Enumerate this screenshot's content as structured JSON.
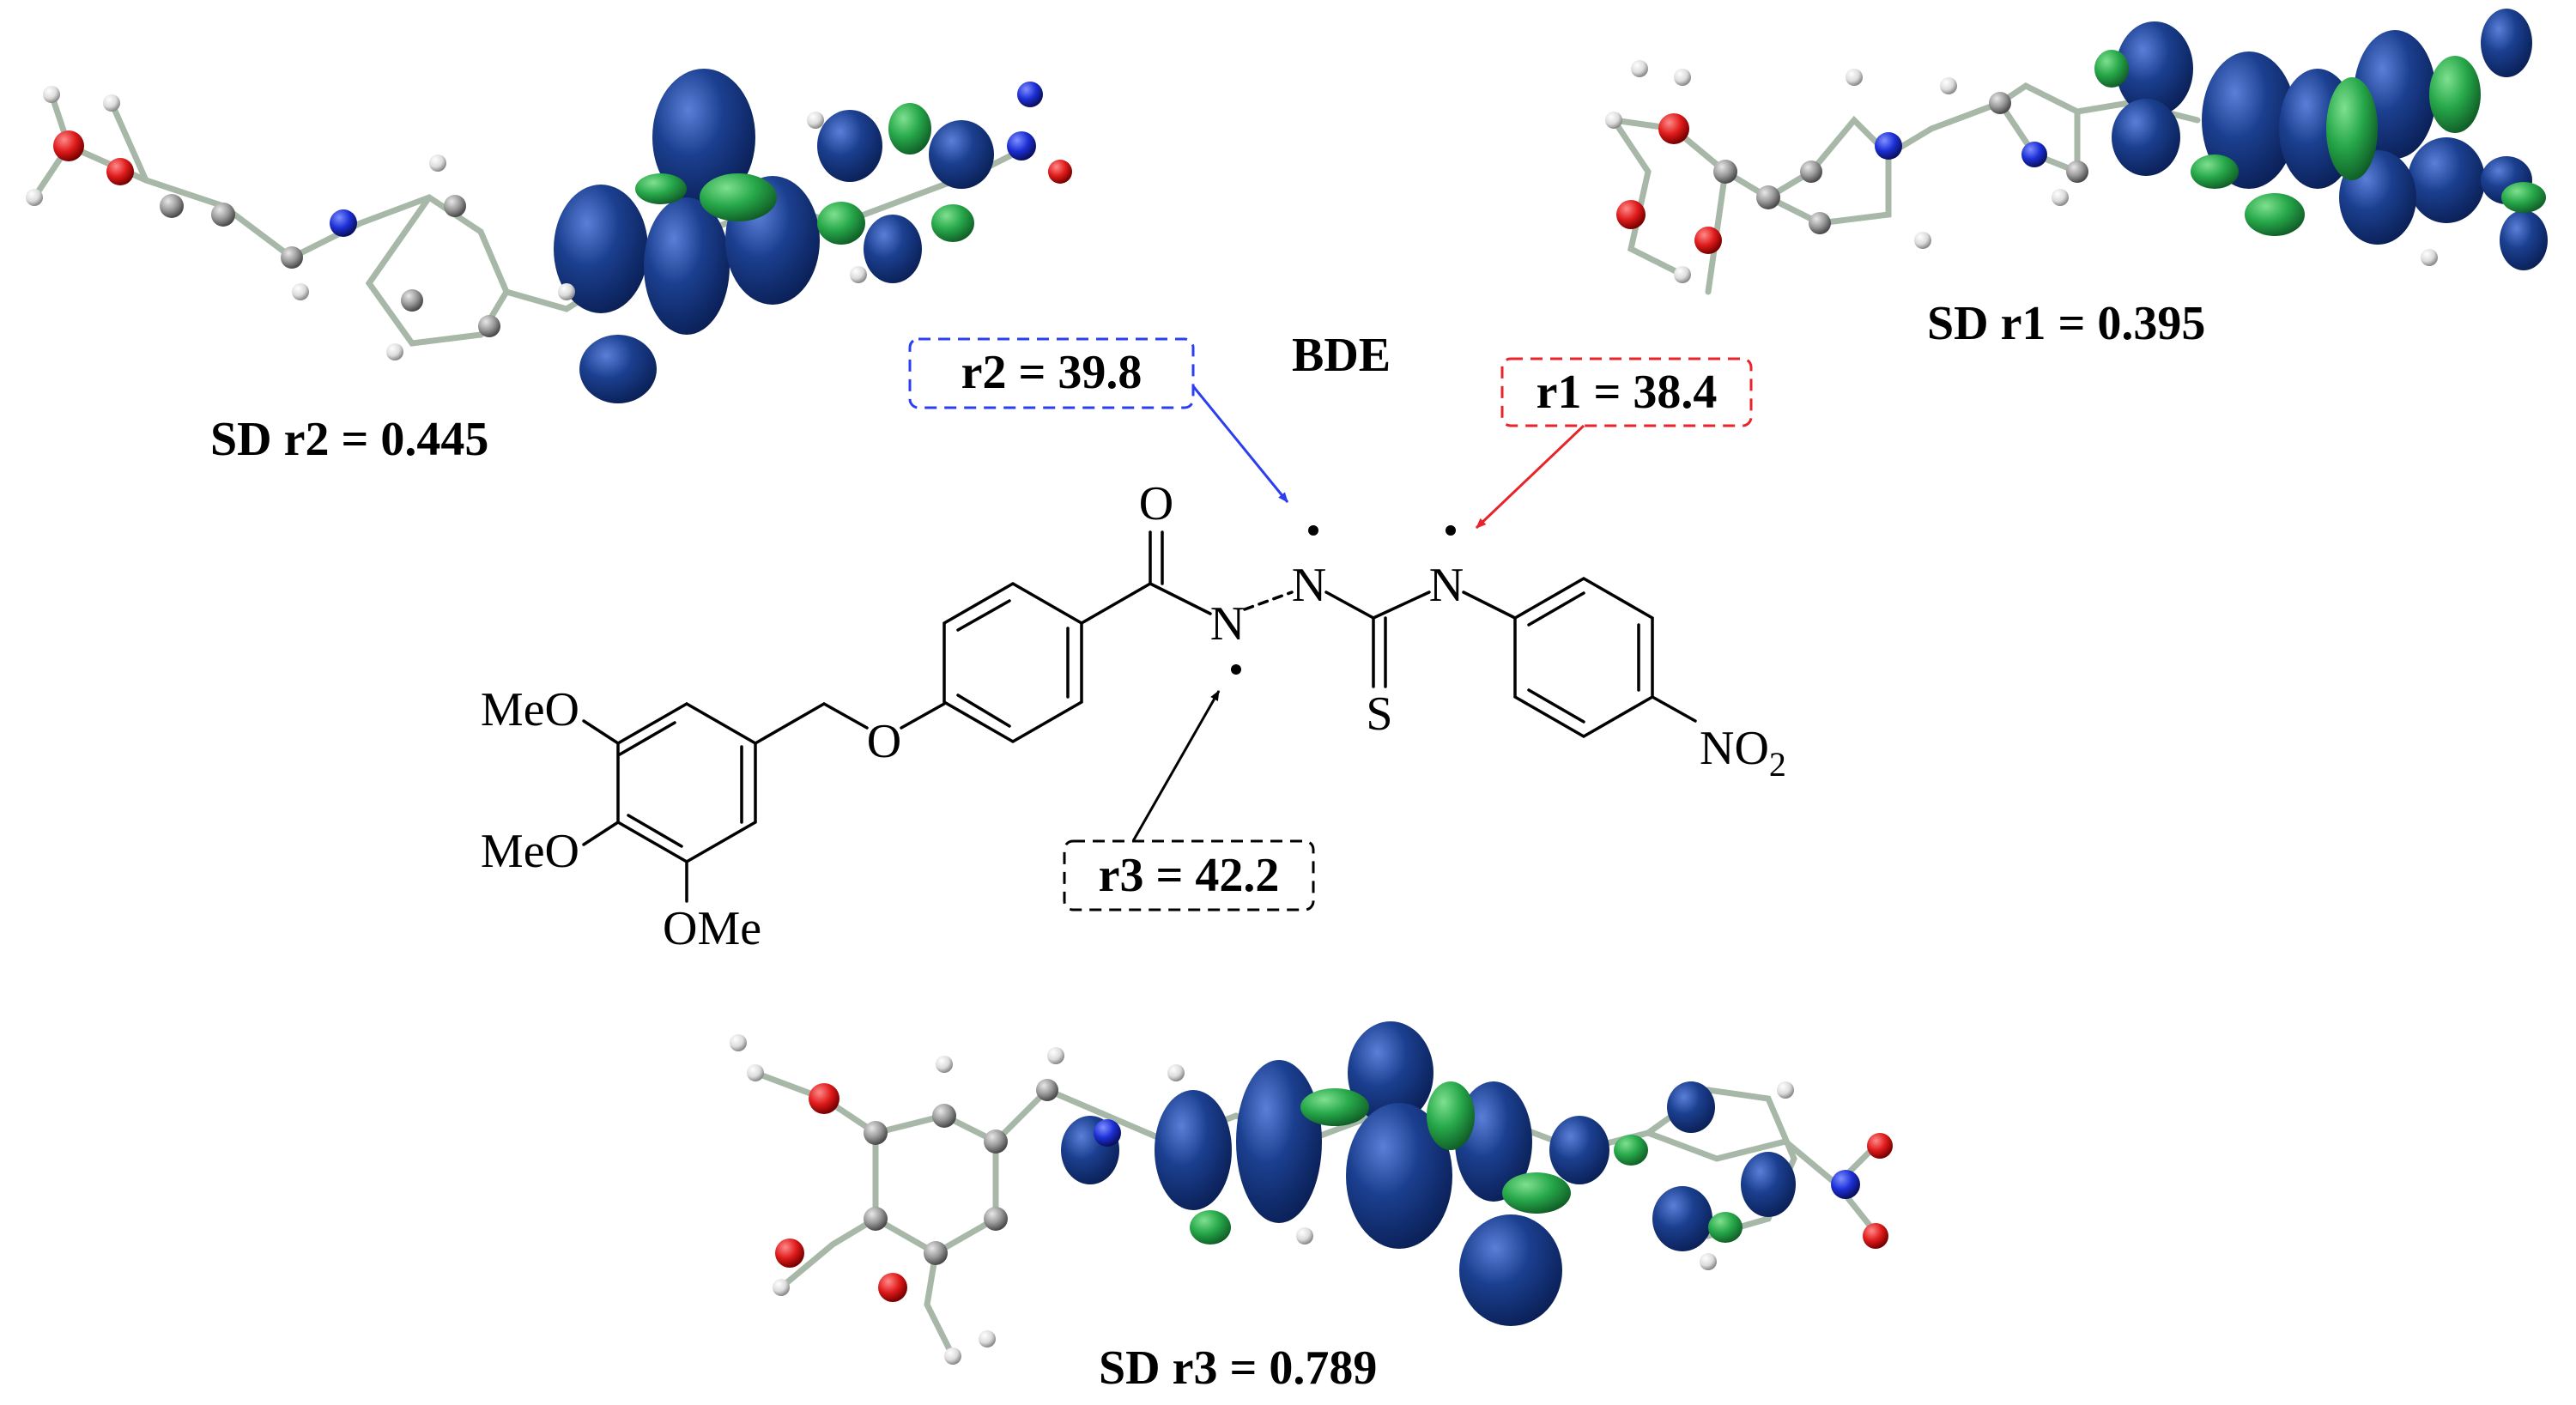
{
  "header": {
    "bde_label": "BDE"
  },
  "radicals": {
    "r1": {
      "bde_text": "r1 = 38.4",
      "sd_text": "SD r1 = 0.395",
      "color": "#e8232a"
    },
    "r2": {
      "bde_text": "r2 = 39.8",
      "sd_text": "SD r2 = 0.445",
      "color": "#2b3ef0"
    },
    "r3": {
      "bde_text": "r3 = 42.2",
      "sd_text": "SD r3 = 0.789",
      "color": "#000000"
    }
  },
  "molecule": {
    "meo_top": "MeO",
    "meo_mid": "MeO",
    "ome": "OMe",
    "ether_o": "O",
    "carbonyl_o": "O",
    "n1": "N",
    "n2": "N",
    "n3": "N",
    "s": "S",
    "no2_main": "NO",
    "no2_sub": "2"
  },
  "colors": {
    "spin_density_blue": "#1b3f8f",
    "spin_density_green": "#27a84a",
    "oxygen_atom": "#e01b1b",
    "nitrogen_atom": "#1c2fd6",
    "carbon_atom": "#9a9a9a",
    "hydrogen_atom": "#e6e6e6",
    "bond": "#a8b8a8"
  }
}
